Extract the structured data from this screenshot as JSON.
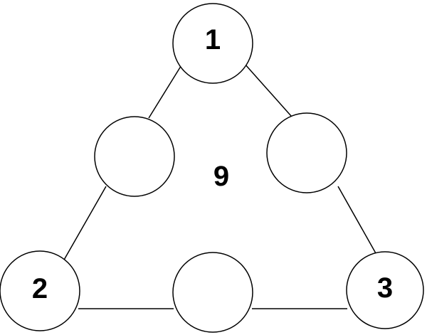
{
  "diagram": {
    "center_value": "9",
    "nodes": [
      {
        "id": "top",
        "label": "1"
      },
      {
        "id": "upper-left",
        "label": ""
      },
      {
        "id": "upper-right",
        "label": ""
      },
      {
        "id": "bottom-left",
        "label": "2"
      },
      {
        "id": "bottom-middle",
        "label": ""
      },
      {
        "id": "bottom-right",
        "label": "3"
      }
    ]
  }
}
